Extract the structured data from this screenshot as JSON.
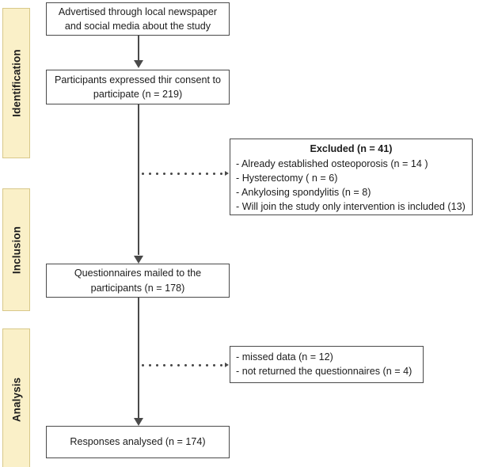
{
  "figure": {
    "type": "participant-flow-diagram",
    "stages": [
      {
        "id": "identification",
        "label": "Identification"
      },
      {
        "id": "inclusion",
        "label": "Inclusion"
      },
      {
        "id": "analysis",
        "label": "Analysis"
      }
    ],
    "flow_boxes": [
      {
        "id": "advertisement",
        "line1": "Advertised through local newspaper",
        "line2": "and social media about the study"
      },
      {
        "id": "consent",
        "line1": "Participants expressed thir consent to",
        "line2": "participate (n = 219)"
      },
      {
        "id": "questionnaires-mailed",
        "line1": "Questionnaires mailed to the",
        "line2": "participants (n = 178)"
      },
      {
        "id": "responses-analysed",
        "line1": "Responses analysed (n = 174)",
        "line2": ""
      }
    ],
    "excluded_box": {
      "title": "Excluded (n = 41)",
      "items": [
        "- Already established osteoporosis (n =  14 )",
        "- Hysterectomy ( n = 6)",
        "- Ankylosing spondylitis (n = 8)",
        "- Will join the study only intervention is included (13)"
      ]
    },
    "dropout_box": {
      "items": [
        "- missed data (n = 12)",
        "- not returned the questionnaires (n = 4)"
      ]
    },
    "colors": {
      "band_fill": "#faf0c8",
      "band_border": "#d8c88a",
      "box_border": "#4a4a4a",
      "text": "#1c1c1c",
      "background": "#ffffff"
    }
  }
}
